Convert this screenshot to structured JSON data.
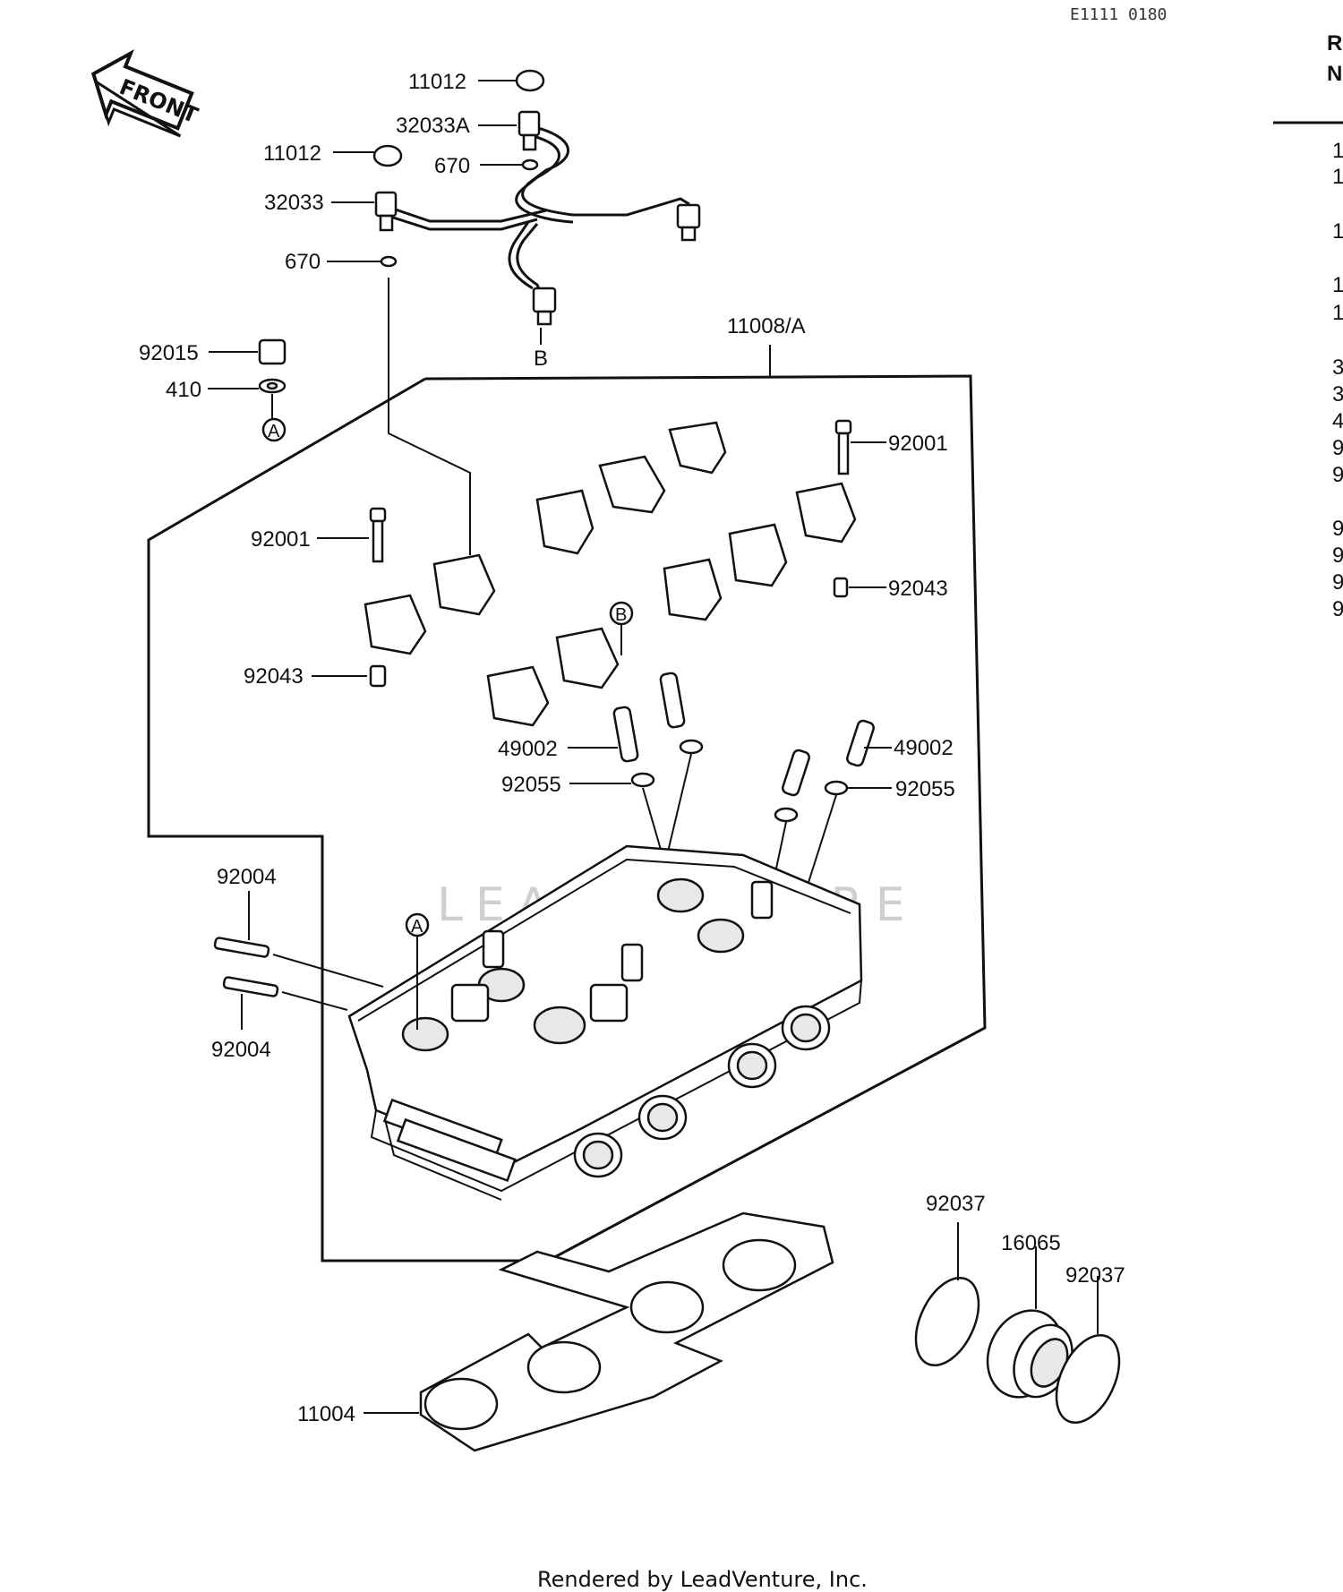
{
  "header": {
    "ref_code": "E1111 0180",
    "column_heading_top": "R",
    "column_heading_bottom": "N"
  },
  "front_arrow": {
    "text": "FRONT"
  },
  "part_labels": {
    "p11012_top": "11012",
    "p32033A": "32033A",
    "p11012_left": "11012",
    "p670_upper": "670",
    "p32033": "32033",
    "p670_lower": "670",
    "pB_pipe": "B",
    "p11008A": "11008/A",
    "p92015": "92015",
    "p410": "410",
    "pA_left": "A",
    "p92001_right": "92001",
    "p92001_left": "92001",
    "p92043_right": "92043",
    "p92043_left": "92043",
    "pB_cap": "B",
    "p49002_left": "49002",
    "p49002_right": "49002",
    "p92055_left": "92055",
    "p92055_right": "92055",
    "p92004_top": "92004",
    "p92004_bottom": "92004",
    "pA_head": "A",
    "p92037_left": "92037",
    "p16065": "16065",
    "p92037_right": "92037",
    "p11004": "11004"
  },
  "ref_numbers_cut": [
    "1",
    "1",
    "1",
    "1",
    "1",
    "3",
    "3",
    "4",
    "9",
    "9",
    "9",
    "9",
    "9",
    "9"
  ],
  "watermark": "LEADVENTURE",
  "footer": {
    "rendered_by": "Rendered by LeadVenture, Inc."
  }
}
